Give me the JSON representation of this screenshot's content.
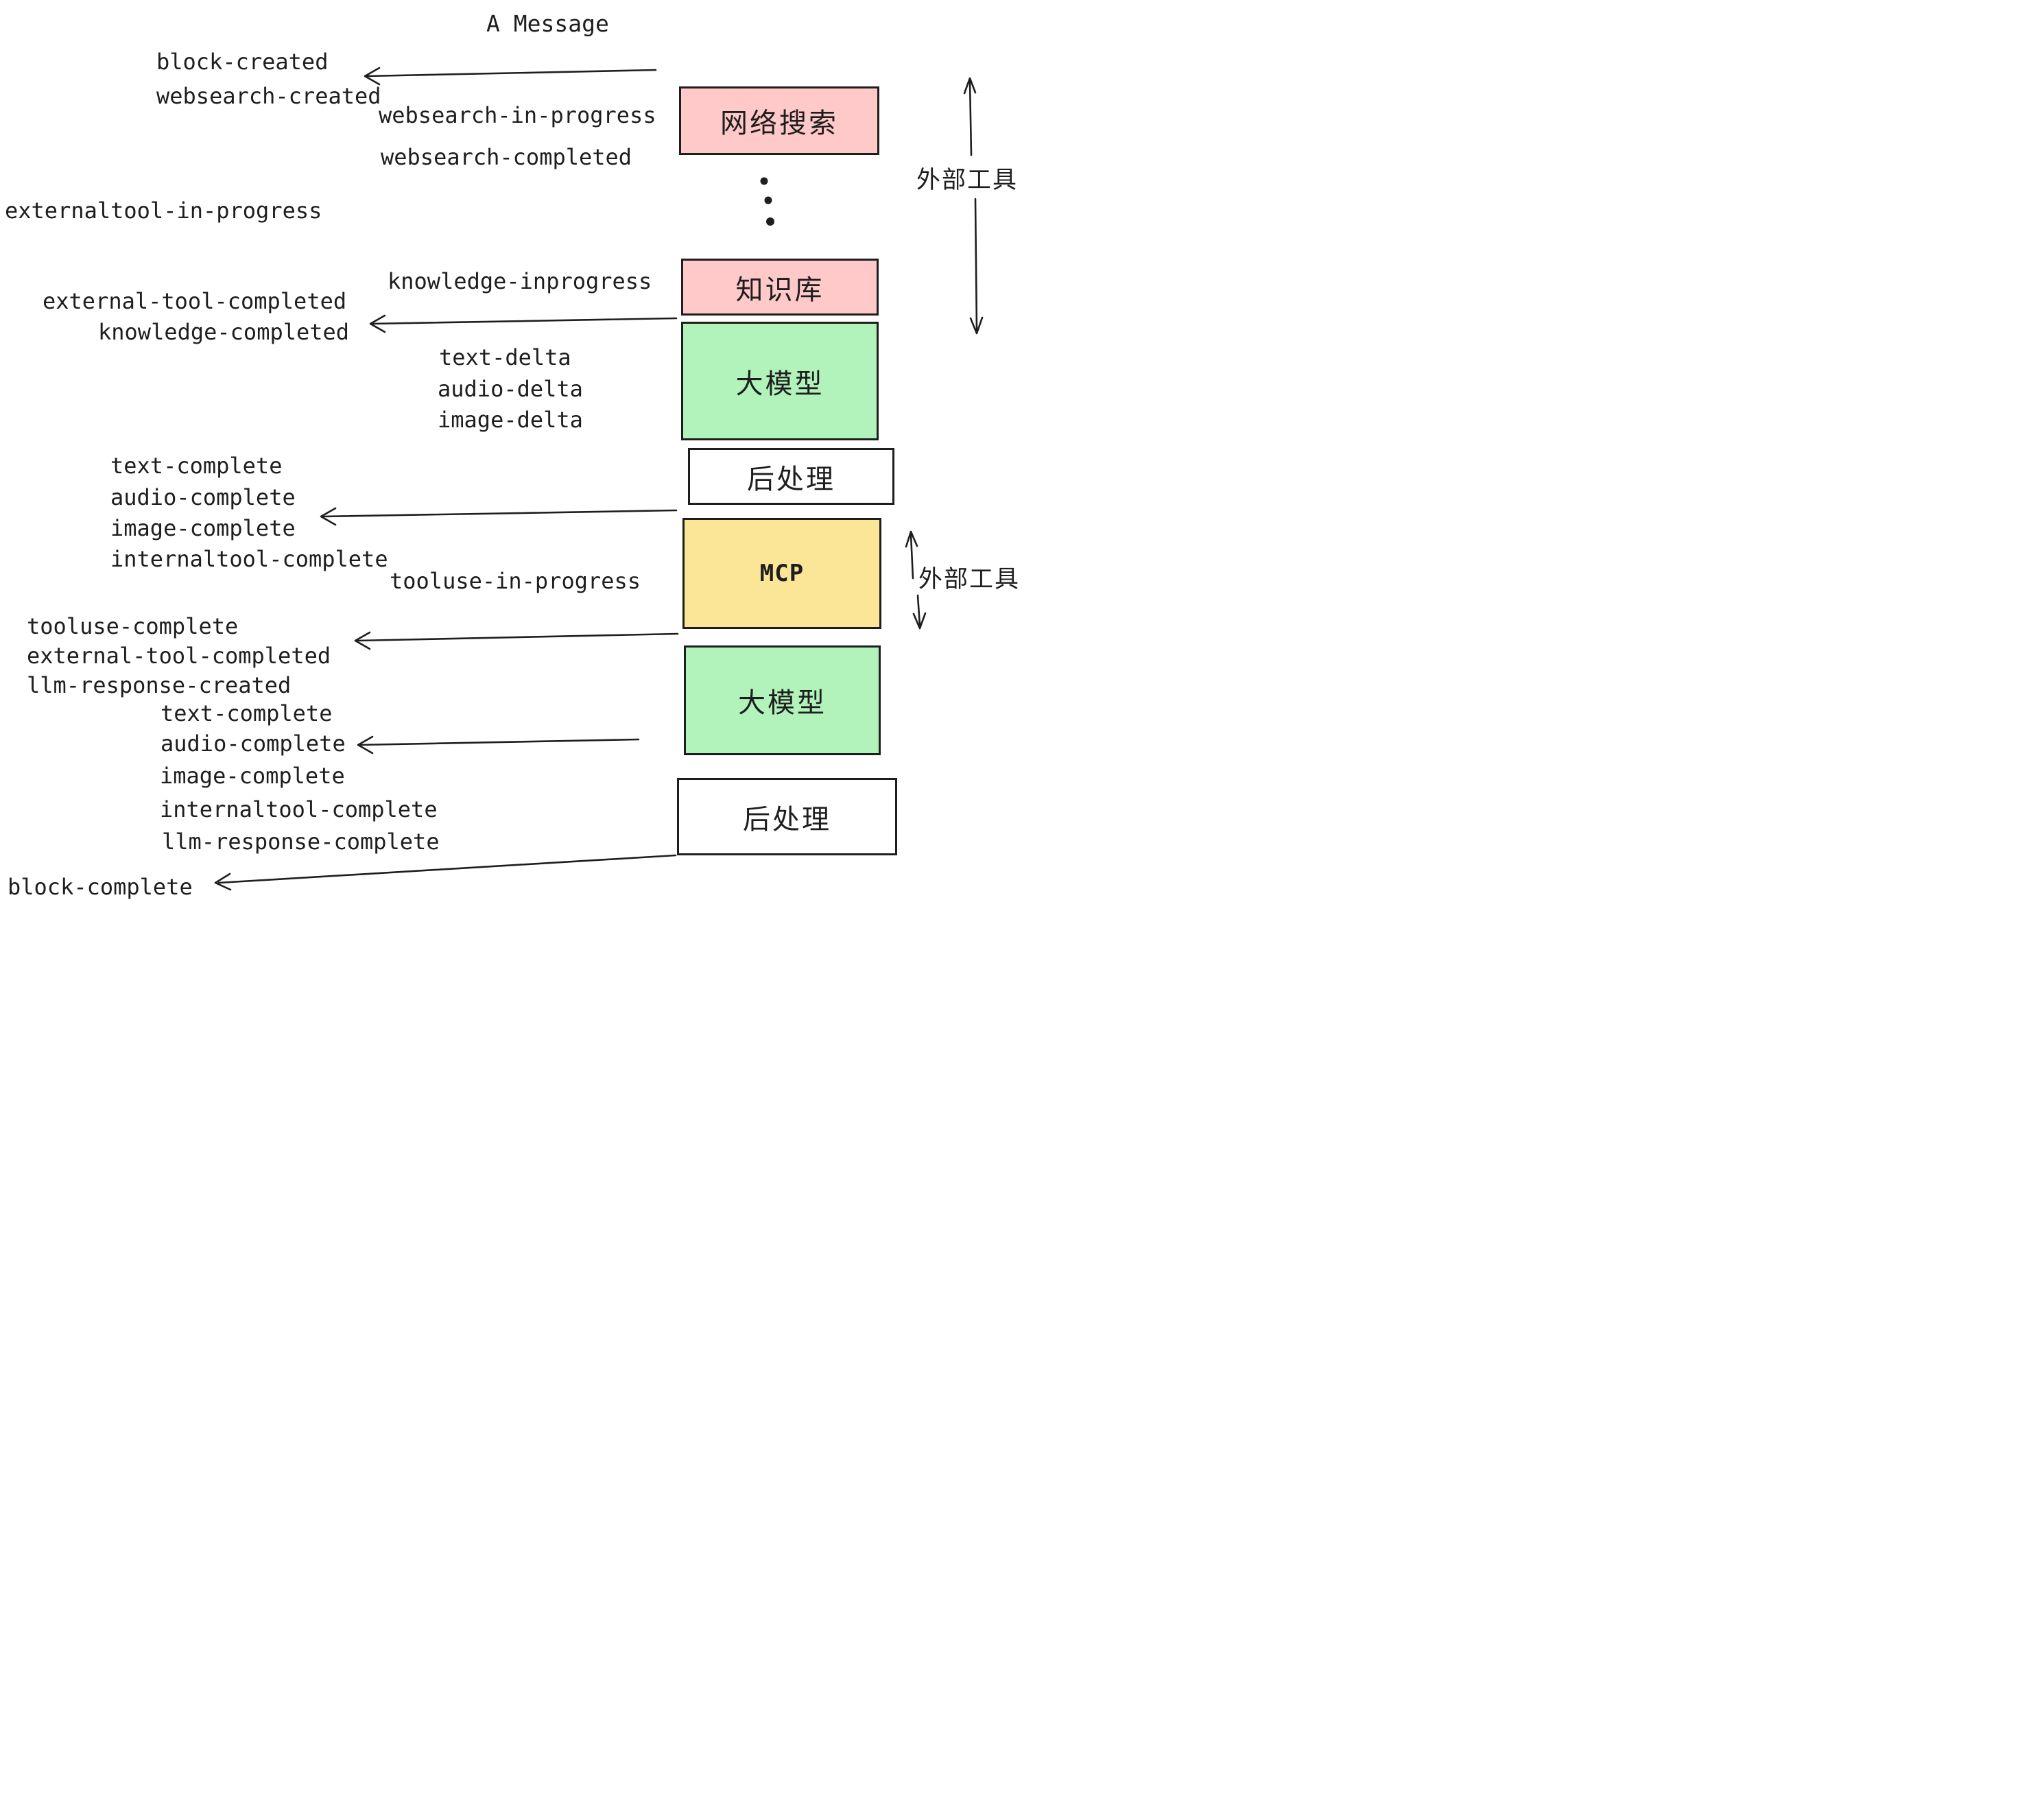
{
  "title": "A Message",
  "palette": {
    "ink": "#1e1e1e",
    "external_tool_box": "#ffc9c9",
    "llm_box": "#b2f2bb",
    "mcp_box": "#fbe596",
    "post_process_box": "#ffffff"
  },
  "boxes": {
    "websearch": {
      "label": "网络搜索"
    },
    "knowledge": {
      "label": "知识库"
    },
    "llm1": {
      "label": "大模型"
    },
    "post1": {
      "label": "后处理"
    },
    "mcp": {
      "label": "MCP"
    },
    "llm2": {
      "label": "大模型"
    },
    "post2": {
      "label": "后处理"
    }
  },
  "side_labels": {
    "external_tools_top": "外部工具",
    "external_tools_mid": "外部工具"
  },
  "events": {
    "block_created": "block-created",
    "websearch_created": "websearch-created",
    "websearch_in_progress": "websearch-in-progress",
    "websearch_completed": "websearch-completed",
    "externaltool_in_progress": "externaltool-in-progress",
    "knowledge_inprogress": "knowledge-inprogress",
    "external_tool_completed": "external-tool-completed",
    "knowledge_completed": "knowledge-completed",
    "text_delta": "text-delta",
    "audio_delta": "audio-delta",
    "image_delta": "image-delta",
    "text_complete": "text-complete",
    "audio_complete": "audio-complete",
    "image_complete": "image-complete",
    "internaltool_complete": "internaltool-complete",
    "tooluse_in_progress": "tooluse-in-progress",
    "tooluse_complete": "tooluse-complete",
    "external_tool_completed_2": "external-tool-completed",
    "llm_response_created": "llm-response-created",
    "text_complete_2": "text-complete",
    "audio_complete_2": "audio-complete",
    "image_complete_2": "image-complete",
    "internaltool_complete_2": "internaltool-complete",
    "llm_response_complete": "llm-response-complete",
    "block_complete": "block-complete"
  }
}
